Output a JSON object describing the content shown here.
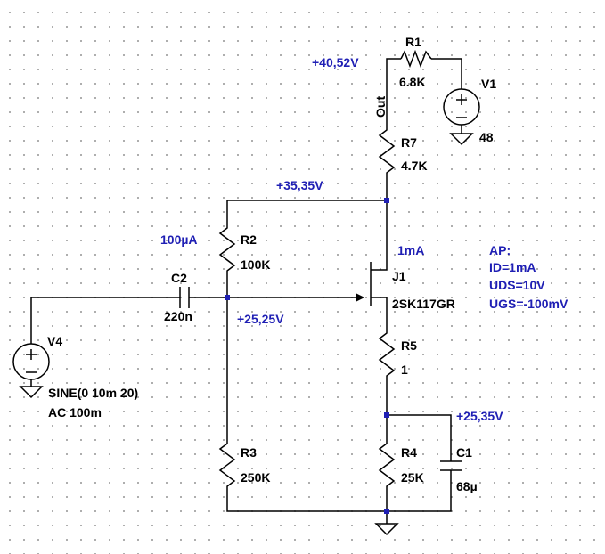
{
  "components": {
    "R1": {
      "name": "R1",
      "value": "6.8K"
    },
    "R2": {
      "name": "R2",
      "value": "100K"
    },
    "R3": {
      "name": "R3",
      "value": "250K"
    },
    "R4": {
      "name": "R4",
      "value": "25K"
    },
    "R5": {
      "name": "R5",
      "value": "1"
    },
    "R7": {
      "name": "R7",
      "value": "4.7K"
    },
    "C1": {
      "name": "C1",
      "value": "68µ"
    },
    "C2": {
      "name": "C2",
      "value": "220n"
    },
    "J1": {
      "name": "J1",
      "value": "2SK117GR"
    },
    "V1": {
      "name": "V1",
      "value": "48"
    },
    "V4": {
      "name": "V4",
      "value_line1": "SINE(0 10m 20)",
      "value_line2": "AC 100m"
    }
  },
  "net_labels": {
    "out": "Out"
  },
  "annotations": {
    "v_out": "+40,52V",
    "v_drain": "+35,35V",
    "v_gate": "+25,25V",
    "v_source": "+25,35V",
    "i_r2": "100µA",
    "i_drain": "1mA",
    "ap_title": "AP:",
    "ap_id": "ID=1mA",
    "ap_uds": "UDS=10V",
    "ap_ugs": "UGS=-100mV"
  },
  "colors": {
    "annotation": "#1f1fb4",
    "wire": "#000000",
    "grid_dot": "#9a9a9a"
  }
}
